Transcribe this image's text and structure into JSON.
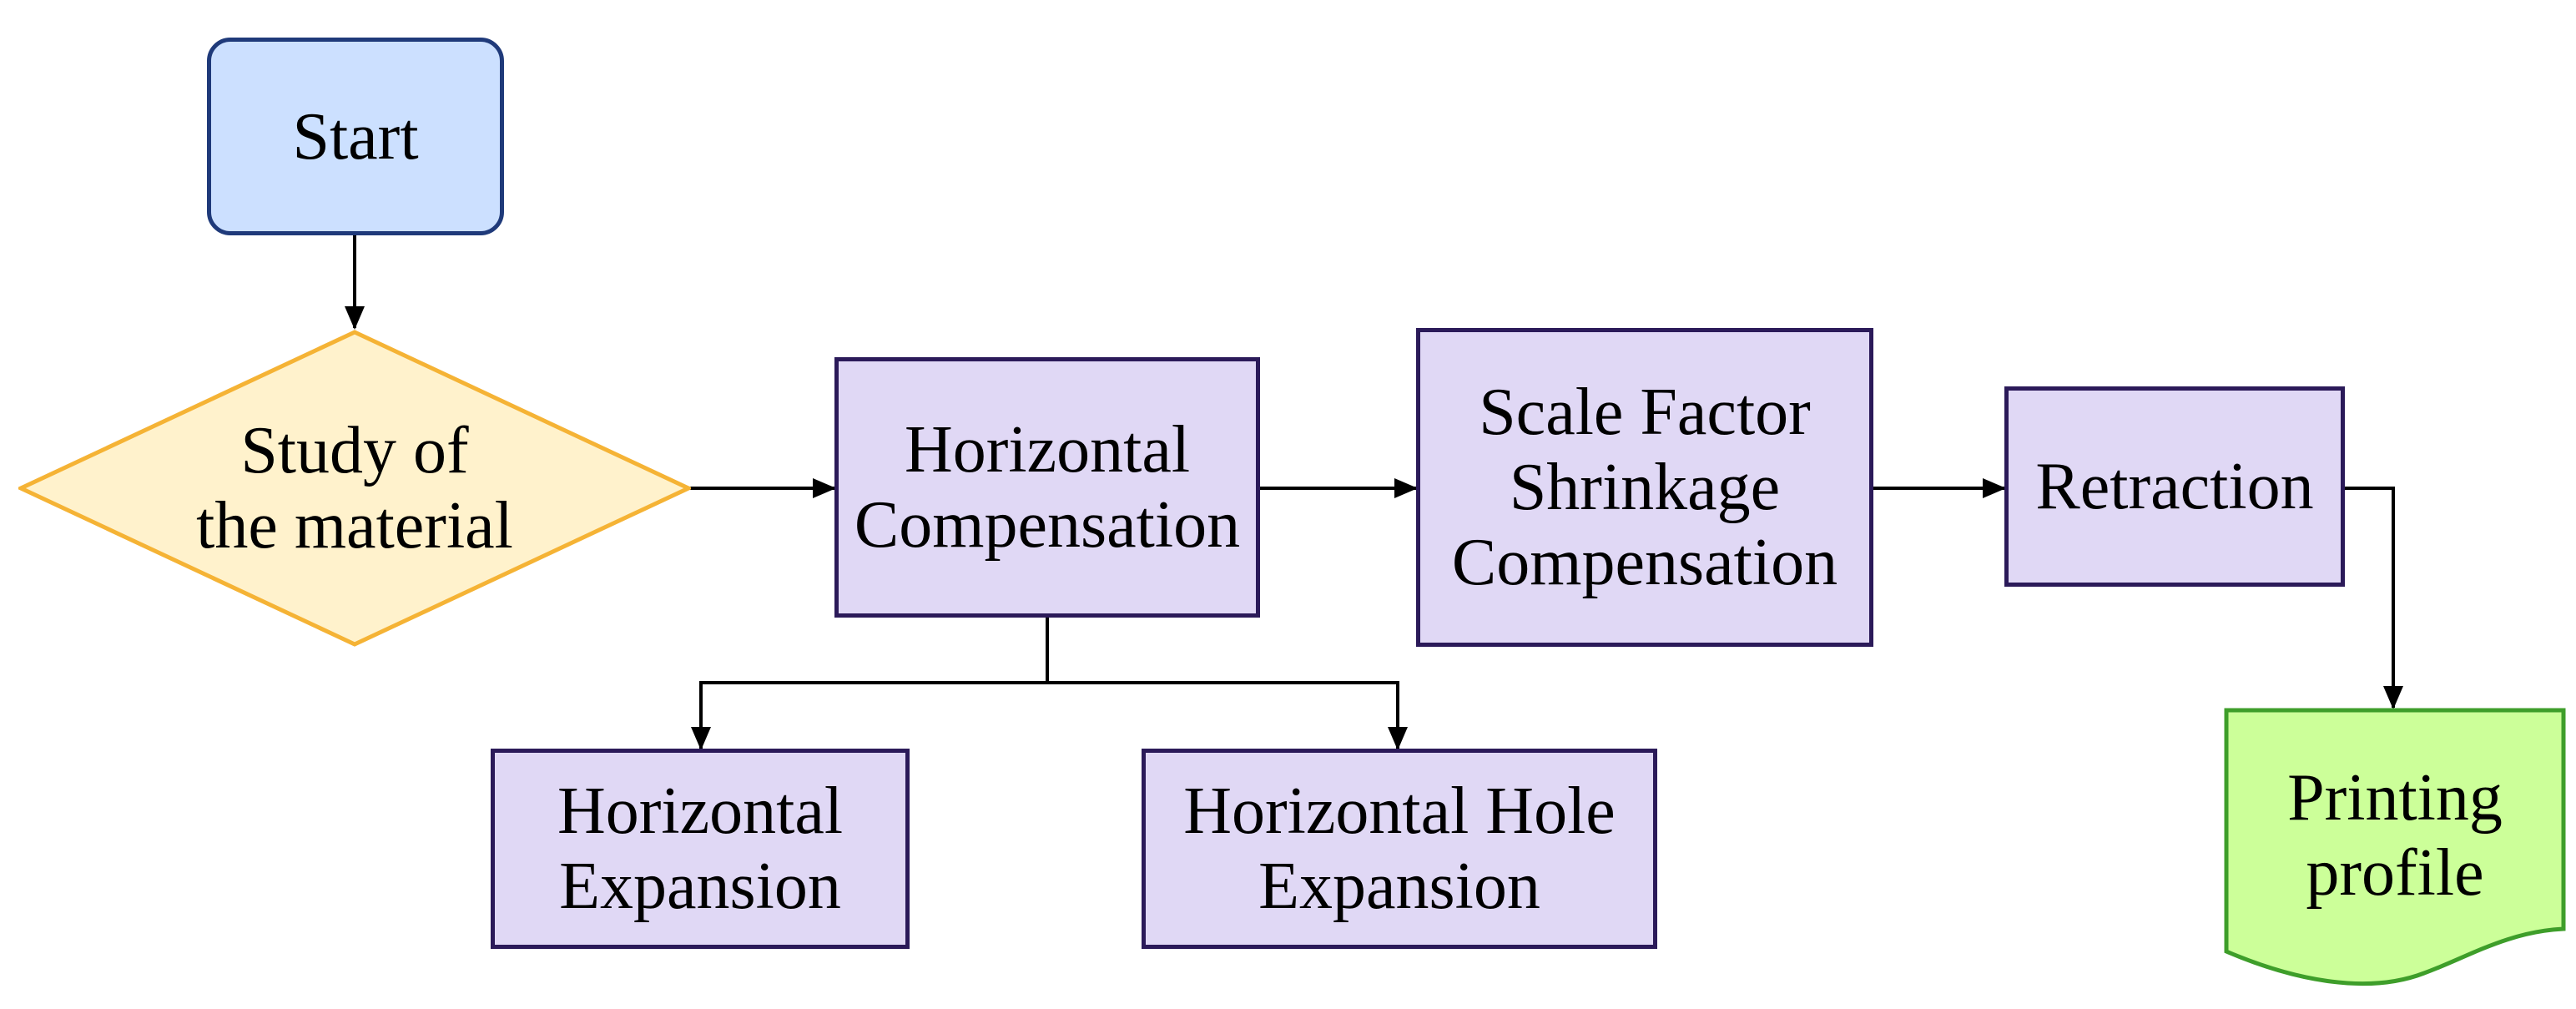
{
  "nodes": {
    "start": {
      "label": "Start"
    },
    "study": {
      "lines": [
        "Study of",
        "the material"
      ]
    },
    "horizontal_compensation": {
      "lines": [
        "Horizontal",
        "Compensation"
      ]
    },
    "scale_factor": {
      "lines": [
        "Scale Factor",
        "Shrinkage",
        "Compensation"
      ]
    },
    "retraction": {
      "label": "Retraction"
    },
    "horizontal_expansion": {
      "lines": [
        "Horizontal",
        "Expansion"
      ]
    },
    "horizontal_hole_expansion": {
      "lines": [
        "Horizontal Hole",
        "Expansion"
      ]
    },
    "printing_profile": {
      "lines": [
        "Printing",
        "profile"
      ]
    }
  },
  "colors": {
    "start_fill": "#CCE0FF",
    "start_border": "#1F3A7A",
    "decision_fill": "#FFF2CC",
    "decision_border": "#F5B335",
    "process_fill": "#E0D8F5",
    "process_border": "#2B1A59",
    "document_fill": "#CCFF99",
    "document_border": "#3E9E2A",
    "connector": "#000000"
  }
}
